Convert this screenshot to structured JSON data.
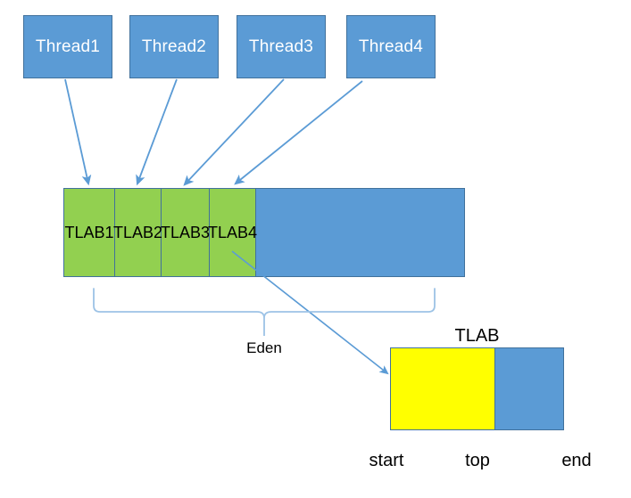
{
  "diagram": {
    "title": "JVM TLAB allocation in Eden",
    "colors": {
      "thread_box_fill": "#5B9BD5",
      "thread_box_stroke": "#41719C",
      "tlab_fill": "#92D050",
      "eden_free_fill": "#5B9BD5",
      "tlab_used_fill": "#FFFF00",
      "arrow_stroke": "#5B9BD5",
      "brace_stroke": "#9DC3E6",
      "text_dark": "#000000",
      "text_light": "#FFFFFF"
    },
    "threads": [
      {
        "label": "Thread1"
      },
      {
        "label": "Thread2"
      },
      {
        "label": "Thread3"
      },
      {
        "label": "Thread4"
      }
    ],
    "eden": {
      "brace_label": "Eden",
      "tlabs": [
        {
          "label": "TLAB1"
        },
        {
          "label": "TLAB2"
        },
        {
          "label": "TLAB3"
        },
        {
          "label": "TLAB4"
        }
      ]
    },
    "tlab_detail": {
      "title": "TLAB",
      "pointers": [
        {
          "label": "start"
        },
        {
          "label": "top"
        },
        {
          "label": "end"
        }
      ]
    }
  }
}
